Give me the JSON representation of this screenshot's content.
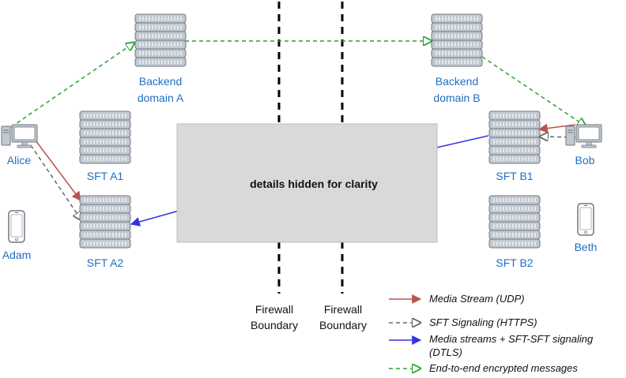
{
  "colors": {
    "media": "#b85450",
    "signaling": "#666666",
    "dtls": "#3333e6",
    "e2e": "#2aa12a",
    "label": "#1f6fc2",
    "hidden_box": "#d9d9d9"
  },
  "nodes": {
    "backend_a": {
      "line1": "Backend",
      "line2": "domain A",
      "icon": "server-icon"
    },
    "backend_b": {
      "line1": "Backend",
      "line2": "domain B",
      "icon": "server-icon"
    },
    "sft_a1": {
      "label": "SFT A1",
      "icon": "server-icon"
    },
    "sft_a2": {
      "label": "SFT A2",
      "icon": "server-icon"
    },
    "sft_b1": {
      "label": "SFT B1",
      "icon": "server-icon"
    },
    "sft_b2": {
      "label": "SFT B2",
      "icon": "server-icon"
    },
    "alice": {
      "label": "Alice",
      "icon": "desktop-computer-icon"
    },
    "bob": {
      "label": "Bob",
      "icon": "desktop-computer-icon"
    },
    "adam": {
      "label": "Adam",
      "icon": "smartphone-icon"
    },
    "beth": {
      "label": "Beth",
      "icon": "smartphone-icon"
    }
  },
  "hidden_box": {
    "text": "details hidden for clarity"
  },
  "firewalls": [
    {
      "line1": "Firewall",
      "line2": "Boundary"
    },
    {
      "line1": "Firewall",
      "line2": "Boundary"
    }
  ],
  "legend": {
    "media": "Media Stream (UDP)",
    "signaling": "SFT Signaling (HTTPS)",
    "dtls_line1": "Media streams + SFT-SFT signaling",
    "dtls_line2": "(DTLS)",
    "e2e": "End-to-end encrypted messages"
  }
}
